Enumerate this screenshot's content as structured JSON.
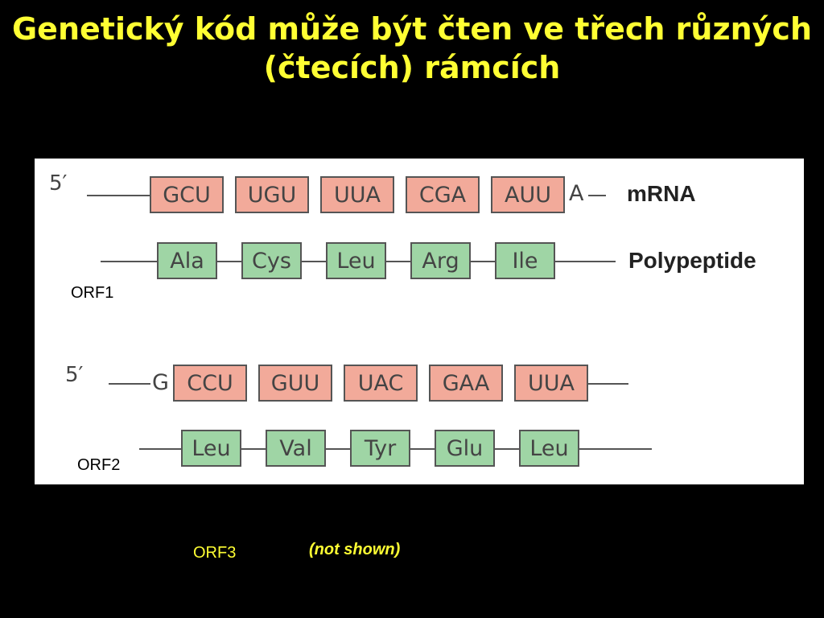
{
  "title": "Genetický kód může být čten ve třech různých (čtecích) rámcích",
  "panel": {
    "frame1": {
      "prime": "5′",
      "codons": [
        "GCU",
        "UGU",
        "UUA",
        "CGA",
        "AUU"
      ],
      "tail": "A",
      "mrna_label": "mRNA",
      "amino_acids": [
        "Ala",
        "Cys",
        "Leu",
        "Arg",
        "Ile"
      ],
      "polypeptide_label": "Polypeptide",
      "orf": "ORF1"
    },
    "frame2": {
      "prime": "5′",
      "lead": "G",
      "codons": [
        "CCU",
        "GUU",
        "UAC",
        "GAA",
        "UUA"
      ],
      "amino_acids": [
        "Leu",
        "Val",
        "Tyr",
        "Glu",
        "Leu"
      ],
      "orf": "ORF2"
    }
  },
  "footer": {
    "orf3": "ORF3",
    "note": "(not shown)"
  },
  "colors": {
    "background": "#000000",
    "title": "#ffff33",
    "codon_box": "#f2aa9a",
    "amino_acid_box": "#9fd5a5"
  }
}
